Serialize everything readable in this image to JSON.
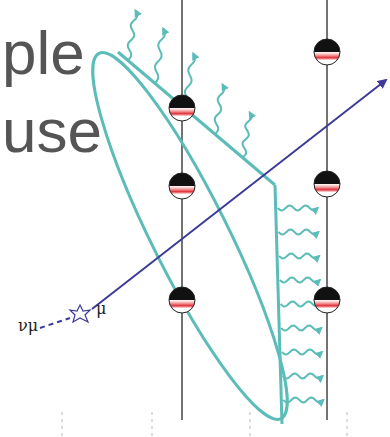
{
  "diagram": {
    "labels": [
      "ple",
      "use",
      "νμ",
      "μ"
    ]
  }
}
